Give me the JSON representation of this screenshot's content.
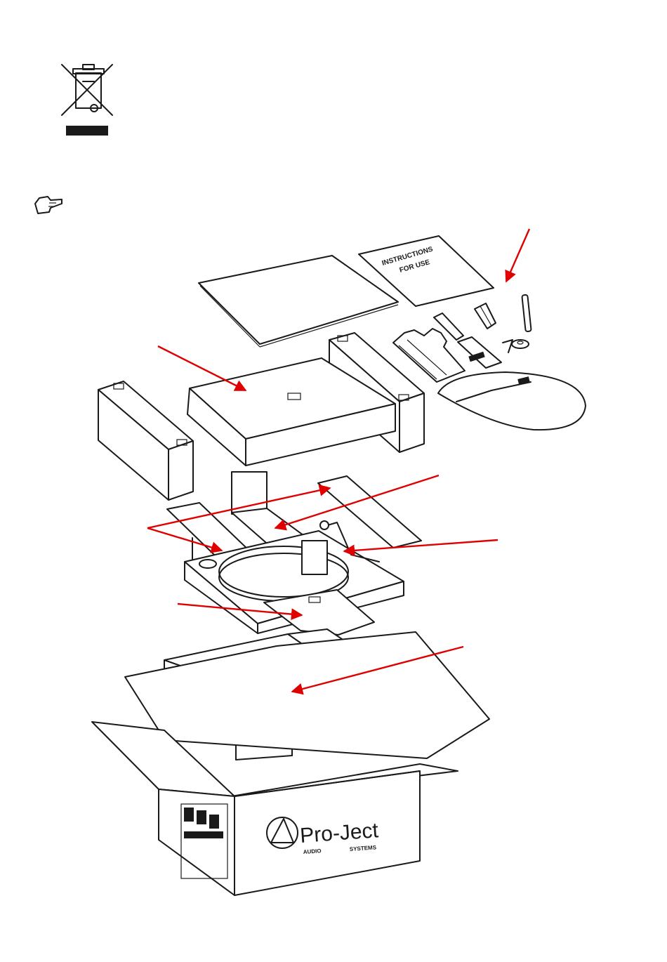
{
  "document": {
    "manual_cover_line1": "INSTRUCTIONS",
    "manual_cover_line2": "FOR USE",
    "brand_name": "Pro-Ject",
    "brand_sub_left": "AUDIO",
    "brand_sub_right": "SYSTEMS"
  },
  "icons": {
    "weee": "crossed-out-wheelie-bin-icon",
    "note": "pointing-hand-icon"
  },
  "colors": {
    "arrow": "#e00000",
    "line": "#1a1a1a",
    "background": "#ffffff"
  }
}
